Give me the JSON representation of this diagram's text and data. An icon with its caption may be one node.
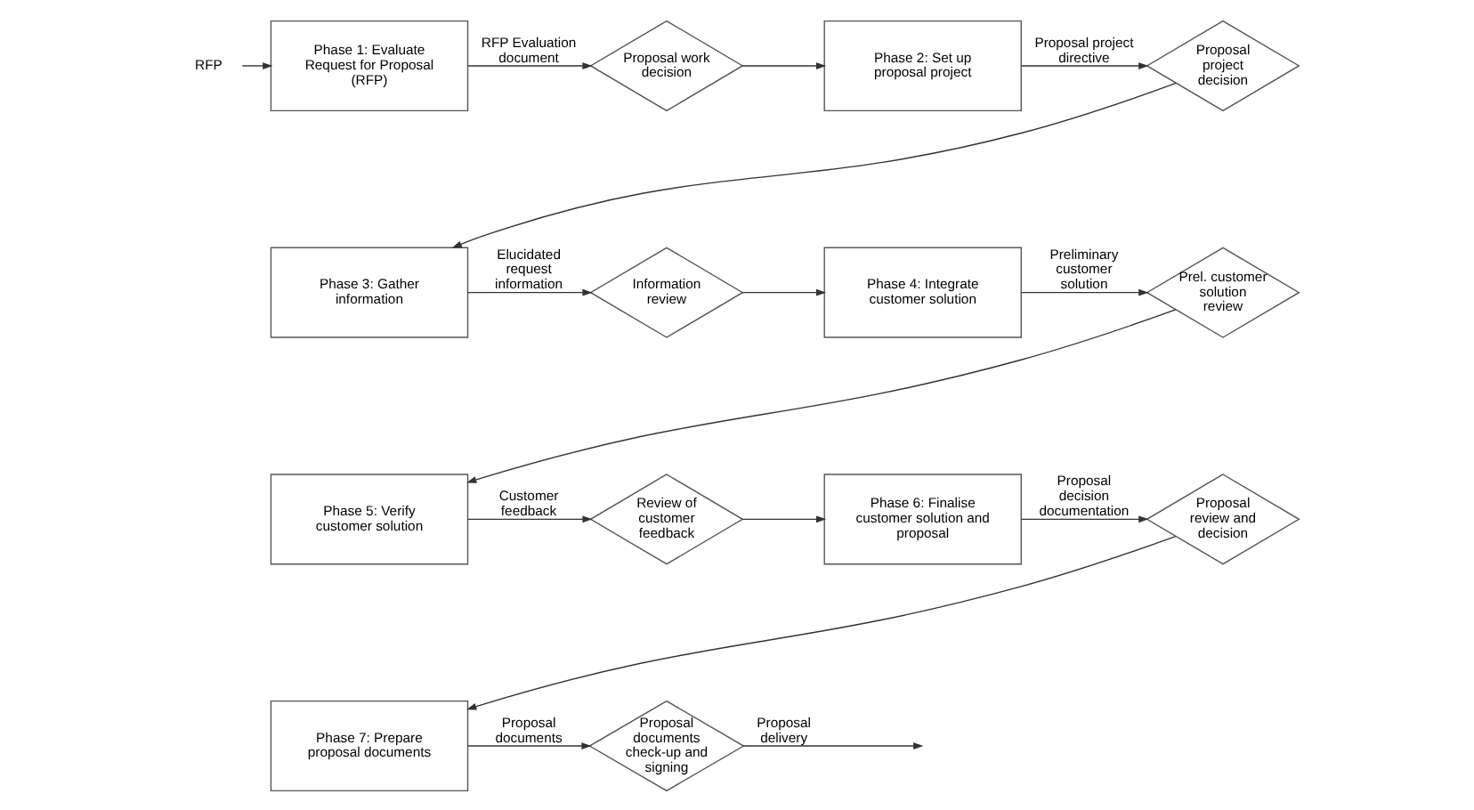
{
  "diagram": {
    "nodes": [
      {
        "text": [
          "RFP"
        ]
      },
      {
        "text": [
          "Phase 1: Evaluate Request for Proposal (RFP)"
        ]
      },
      {
        "text": [
          "Proposal work decision"
        ]
      },
      {
        "text": [
          "Phase 2: Set up proposal project"
        ]
      },
      {
        "text": [
          "Proposal project decision"
        ]
      },
      {
        "text": [
          "Phase 3: Gather information"
        ]
      },
      {
        "text": [
          "Information review"
        ]
      },
      {
        "text": [
          "Phase 4: Integrate customer solution"
        ]
      },
      {
        "text": [
          "Prel. customer solution review"
        ]
      },
      {
        "text": [
          "Phase 5: Verify customer solution"
        ]
      },
      {
        "text": [
          "Review of customer feedback"
        ]
      },
      {
        "text": [
          "Phase 6: Finalise customer solution and proposal"
        ]
      },
      {
        "text": [
          "Proposal review and decision"
        ]
      },
      {
        "text": [
          "Phase 7: Prepare proposal documents"
        ]
      },
      {
        "text": [
          "Proposal documents check-up and signing"
        ]
      }
    ],
    "edges": [
      {
        "from": 0,
        "to": 1,
        "arrow": "to"
      },
      {
        "from": 1,
        "to": 2,
        "arrow": "to",
        "label": "RFP Evaluation document"
      },
      {
        "from": 2,
        "to": 3,
        "arrow": "to"
      },
      {
        "from": 3,
        "to": 4,
        "arrow": "to",
        "label": "Proposal project directive"
      },
      {
        "from": 4,
        "to": 5,
        "arrow": "to"
      },
      {
        "from": 5,
        "to": 6,
        "arrow": "to",
        "label": "Elucidated request information"
      },
      {
        "from": 6,
        "to": 7,
        "arrow": "to"
      },
      {
        "from": 7,
        "to": 8,
        "arrow": "to",
        "label": "Preliminary customer solution"
      },
      {
        "from": 8,
        "to": 9,
        "arrow": "to"
      },
      {
        "from": 9,
        "to": 10,
        "arrow": "to",
        "label": "Customer feedback"
      },
      {
        "from": 10,
        "to": 11,
        "arrow": "to"
      },
      {
        "from": 11,
        "to": 12,
        "arrow": "to",
        "label": "Proposal decision documentation"
      },
      {
        "from": 12,
        "to": 13,
        "arrow": "to"
      },
      {
        "from": 13,
        "to": 14,
        "arrow": "to",
        "label": "Proposal documents"
      },
      {
        "from": 14,
        "to": null,
        "arrow": "to",
        "label": "Proposal delivery"
      }
    ]
  }
}
